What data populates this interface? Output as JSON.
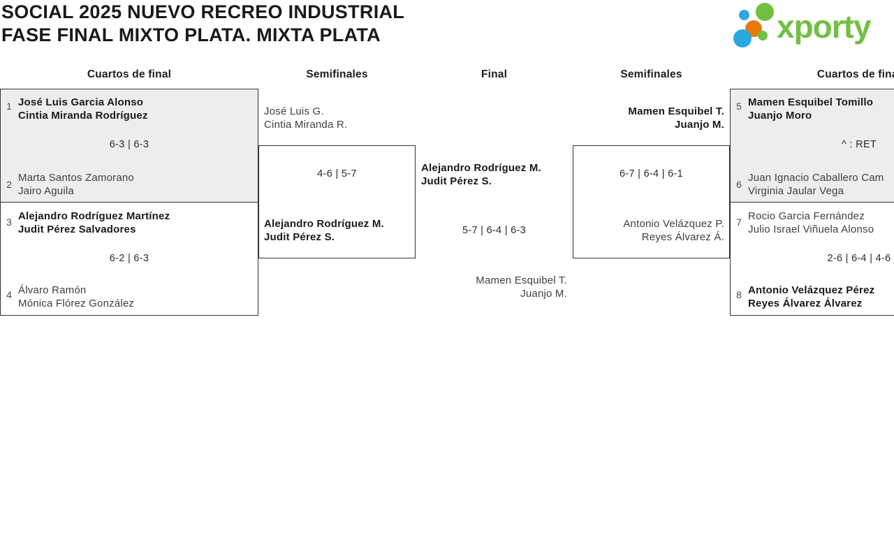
{
  "page": {
    "title_line1": "SOCIAL 2025 NUEVO RECREO INDUSTRIAL",
    "title_line2": "FASE FINAL MIXTO PLATA. MIXTA PLATA"
  },
  "logo": {
    "wordmark": "xporty",
    "green": "#72bf44",
    "blue": "#29a9e1",
    "orange": "#e8790f"
  },
  "colors": {
    "box_border": "#333333",
    "box_shade": "#ededed",
    "winner_text": "#1a1a1a",
    "loser_text": "#3e3e3e"
  },
  "rounds": {
    "qf_left": "Cuartos de final",
    "sf_left": "Semifinales",
    "final": "Final",
    "sf_right": "Semifinales",
    "qf_right": "Cuartos de final"
  },
  "matches": {
    "qf_left_top": {
      "seed_top": "1",
      "team_top": {
        "line1": "José Luis Garcia Alonso",
        "line2": "Cintia Miranda Rodríguez"
      },
      "score": "6-3 | 6-3",
      "seed_bottom": "2",
      "team_bottom": {
        "line1": "Marta Santos Zamorano",
        "line2": "Jairo Aguila"
      }
    },
    "qf_left_bottom": {
      "seed_top": "3",
      "team_top": {
        "line1": "Alejandro Rodríguez Martínez",
        "line2": "Judit Pérez Salvadores"
      },
      "score": "6-2 | 6-3",
      "seed_bottom": "4",
      "team_bottom": {
        "line1": "Álvaro Ramón",
        "line2": "Mónica Flórez González"
      }
    },
    "sf_left": {
      "team_top": {
        "line1": "José Luis G.",
        "line2": "Cintia Miranda R."
      },
      "score": "4-6 | 5-7",
      "team_bottom": {
        "line1": "Alejandro Rodríguez M.",
        "line2": "Judit Pérez S."
      }
    },
    "final": {
      "team_left": {
        "line1": "Alejandro Rodríguez M.",
        "line2": "Judit Pérez S."
      },
      "score": "5-7 | 6-4 | 6-3",
      "team_right": {
        "line1": "Mamen Esquibel T.",
        "line2": "Juanjo M."
      }
    },
    "sf_right": {
      "team_top": {
        "line1": "Mamen Esquibel T.",
        "line2": "Juanjo M."
      },
      "score": "6-7 | 6-4 | 6-1",
      "team_bottom": {
        "line1": "Antonio Velázquez P.",
        "line2": "Reyes Álvarez Á."
      }
    },
    "qf_right_top": {
      "seed_top": "5",
      "team_top": {
        "line1": "Mamen Esquibel Tomillo",
        "line2": "Juanjo Moro"
      },
      "score": "^ : RET",
      "seed_bottom": "6",
      "team_bottom": {
        "line1": "Juan Ignacio Caballero Cam",
        "line2": "Virginia Jaular Vega"
      }
    },
    "qf_right_bottom": {
      "seed_top": "7",
      "team_top": {
        "line1": "Rocio Garcia Fernández",
        "line2": "Julio Israel Viñuela Alonso"
      },
      "score": "2-6 | 6-4 | 4-6",
      "seed_bottom": "8",
      "team_bottom": {
        "line1": "Antonio Velázquez Pérez",
        "line2": "Reyes Álvarez Álvarez"
      }
    }
  }
}
